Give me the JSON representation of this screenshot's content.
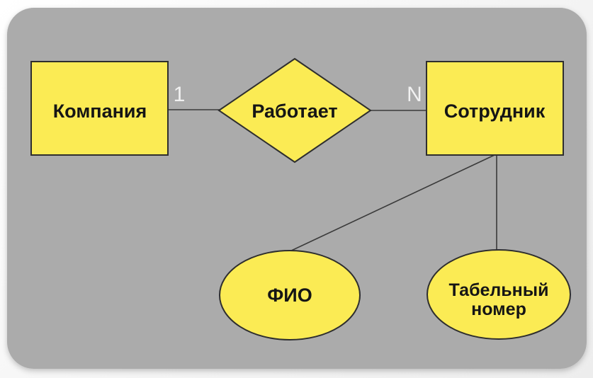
{
  "diagram": {
    "kind": "entity-relationship-diagram",
    "entities": [
      {
        "id": "company",
        "shape": "rectangle",
        "label": "Компания"
      },
      {
        "id": "employee",
        "shape": "rectangle",
        "label": "Сотрудник"
      }
    ],
    "relationship": {
      "id": "works",
      "shape": "diamond",
      "label": "Работает",
      "cardinality_left": "1",
      "cardinality_right": "N"
    },
    "attributes": [
      {
        "id": "full-name",
        "shape": "ellipse",
        "label": "ФИО",
        "lines": [
          "ФИО"
        ]
      },
      {
        "id": "personnel-number",
        "shape": "ellipse",
        "label": "Табельный номер",
        "lines": [
          "Табельный",
          "номер"
        ]
      }
    ],
    "connections": [
      {
        "from": "company",
        "to": "works",
        "label": "1"
      },
      {
        "from": "works",
        "to": "employee",
        "label": "N"
      },
      {
        "from": "employee",
        "to": "full-name",
        "label": ""
      },
      {
        "from": "employee",
        "to": "personnel-number",
        "label": ""
      }
    ]
  },
  "colors": {
    "canvas": "#ABABAB",
    "shape_fill": "#FBEB54",
    "shape_stroke": "#2E2E2E",
    "connector": "#3A3A3A",
    "label_text": "#151515",
    "cardinality_text": "#F1F1F1"
  }
}
